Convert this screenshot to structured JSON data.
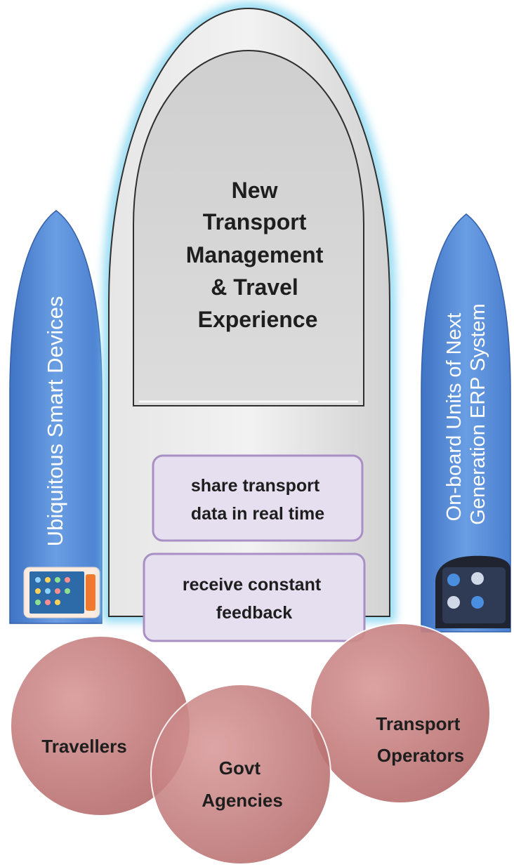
{
  "main_panel": {
    "title_lines": [
      "New",
      "Transport",
      "Management",
      "& Travel",
      "Experience"
    ]
  },
  "left_pillar": {
    "label": "Ubiquitous Smart Devices",
    "icon": "tablet-icon"
  },
  "right_pillar": {
    "label_lines": [
      "On-board Units of Next",
      "Generation ERP System"
    ],
    "icon": "onboard-unit-icon"
  },
  "boxes": [
    {
      "lines": [
        "share transport",
        "data in real time"
      ]
    },
    {
      "lines": [
        "receive constant",
        "feedback"
      ]
    }
  ],
  "stakeholders": [
    {
      "lines": [
        "Travellers"
      ]
    },
    {
      "lines": [
        "Govt",
        "Agencies"
      ]
    },
    {
      "lines": [
        "Transport",
        "Operators"
      ]
    }
  ],
  "colors": {
    "pillar_blue": "#5b8fd8",
    "panel_grey": "#d9d9d9",
    "glow": "#9fe0f5",
    "box_fill": "#e6dff0",
    "box_border": "#a88fc4",
    "circle_fill": "#c98484"
  }
}
